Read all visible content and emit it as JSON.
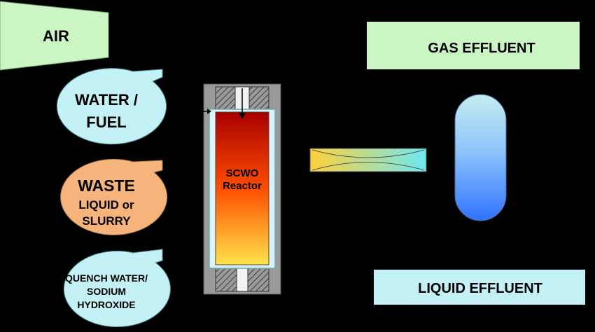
{
  "inputs": {
    "air": "AIR",
    "water_fuel": [
      "WATER /",
      "FUEL"
    ],
    "waste": [
      "WASTE",
      "LIQUID or",
      "SLURRY"
    ],
    "quench": [
      "QUENCH WATER/",
      "SODIUM",
      "HYDROXIDE"
    ]
  },
  "reactor": {
    "label": [
      "SCWO",
      "Reactor"
    ]
  },
  "outputs": {
    "gas": "GAS EFFLUENT",
    "liquid": "LIQUID EFFLUENT"
  },
  "colors": {
    "air": "#ccf5c4",
    "water_fuel": "#c3f1f5",
    "waste": "#f6b47c",
    "quench": "#c3f1f5",
    "gas_box": "#ccf5c4",
    "liquid_box": "#c3f1f5",
    "reactor_top": "#a80000",
    "reactor_mid": "#ff4d00",
    "reactor_bottom": "#ffe34a",
    "separator_top": "#c5ecf0",
    "separator_bottom": "#2f72ff"
  }
}
